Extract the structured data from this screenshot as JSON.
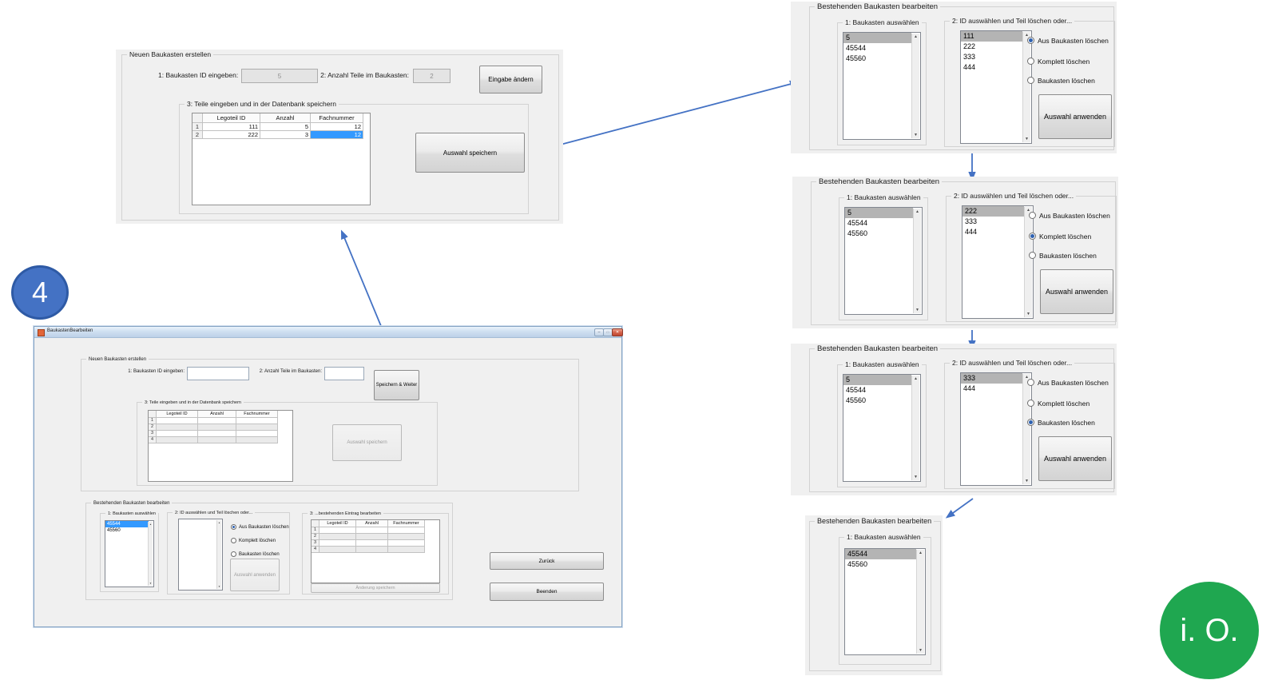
{
  "colors": {
    "accent_blue": "#4472c4",
    "success_green": "#1fa750",
    "selection_blue": "#3399ff",
    "selection_gray": "#b4b4b4"
  },
  "badges": {
    "step": "4",
    "result": "i. O."
  },
  "top_panel": {
    "group_title": "Neuen Baukasten erstellen",
    "id_label": "1: Baukasten ID eingeben:",
    "id_value": "5",
    "count_label": "2: Anzahl Teile im Baukasten:",
    "count_value": "2",
    "change_button": "Eingabe ändern",
    "parts_group_title": "3: Teile eingeben und in der Datenbank speichern",
    "columns": [
      "Legoteil ID",
      "Anzahl",
      "Fachnummer"
    ],
    "rows": [
      [
        "1",
        "111",
        "5",
        "12"
      ],
      [
        "2",
        "222",
        "3",
        "12"
      ]
    ],
    "selected_cell": {
      "row": "2",
      "column": "fachnummer"
    },
    "save_button": "Auswahl speichern"
  },
  "main_window": {
    "title": "BaukastenBearbeiten",
    "window_controls": [
      "minimize-button",
      "maximize-button",
      "close-button"
    ],
    "create_group": {
      "title": "Neuen Baukasten erstellen",
      "id_label": "1: Baukasten ID eingeben:",
      "id_value": "",
      "count_label": "2: Anzahl Teile im Baukasten:",
      "count_value": "",
      "save_next_button": "Speichern & Weiter",
      "parts_group_title": "3: Teile eingeben und in der Datenbank speichern",
      "columns": [
        "Legoteil ID",
        "Anzahl",
        "Fachnummer"
      ],
      "row_numbers": [
        "1",
        "2",
        "3",
        "4"
      ],
      "save_button": "Auswahl speichern"
    },
    "edit_group": {
      "title": "Bestehenden Baukasten bearbeiten",
      "select_title": "1: Baukasten auswählen",
      "kit_items": [
        "45544",
        "45560"
      ],
      "kit_selected_index": 0,
      "id_title": "2: ID auswählen und Teil löschen oder...",
      "id_items": [],
      "radio_options": [
        "Aus Baukasten löschen",
        "Komplett löschen",
        "Baukasten löschen"
      ],
      "radio_selected_index": 0,
      "apply_button": "Auswahl anwenden",
      "entry_title": "3: ...bestehenden Eintrag bearbeiten",
      "entry_columns": [
        "Legoteil ID",
        "Anzahl",
        "Fachnummer"
      ],
      "entry_row_numbers": [
        "1",
        "2",
        "3",
        "4"
      ],
      "entry_save_button": "Änderung speichern"
    },
    "back_button": "Zurück",
    "quit_button": "Beenden"
  },
  "edit_panels": [
    {
      "title": "Bestehenden Baukasten bearbeiten",
      "select_title": "1: Baukasten auswählen",
      "kit_items": [
        "5",
        "45544",
        "45560"
      ],
      "kit_selected_index": 0,
      "id_title": "2: ID auswählen und Teil löschen oder...",
      "id_items": [
        "111",
        "222",
        "333",
        "444"
      ],
      "id_selected_index": 0,
      "radio_options": [
        "Aus Baukasten löschen",
        "Komplett löschen",
        "Baukasten löschen"
      ],
      "radio_selected_index": 0,
      "apply_button": "Auswahl anwenden"
    },
    {
      "title": "Bestehenden Baukasten bearbeiten",
      "select_title": "1: Baukasten auswählen",
      "kit_items": [
        "5",
        "45544",
        "45560"
      ],
      "kit_selected_index": 0,
      "id_title": "2: ID auswählen und Teil löschen oder...",
      "id_items": [
        "222",
        "333",
        "444"
      ],
      "id_selected_index": 0,
      "radio_options": [
        "Aus Baukasten löschen",
        "Komplett löschen",
        "Baukasten löschen"
      ],
      "radio_selected_index": 1,
      "apply_button": "Auswahl anwenden"
    },
    {
      "title": "Bestehenden Baukasten bearbeiten",
      "select_title": "1: Baukasten auswählen",
      "kit_items": [
        "5",
        "45544",
        "45560"
      ],
      "kit_selected_index": 0,
      "id_title": "2: ID auswählen und Teil löschen oder...",
      "id_items": [
        "333",
        "444"
      ],
      "id_selected_index": 0,
      "radio_options": [
        "Aus Baukasten löschen",
        "Komplett löschen",
        "Baukasten löschen"
      ],
      "radio_selected_index": 2,
      "apply_button": "Auswahl anwenden"
    },
    {
      "title": "Bestehenden Baukasten bearbeiten",
      "select_title": "1: Baukasten auswählen",
      "kit_items": [
        "45544",
        "45560"
      ],
      "kit_selected_index": 0
    }
  ]
}
